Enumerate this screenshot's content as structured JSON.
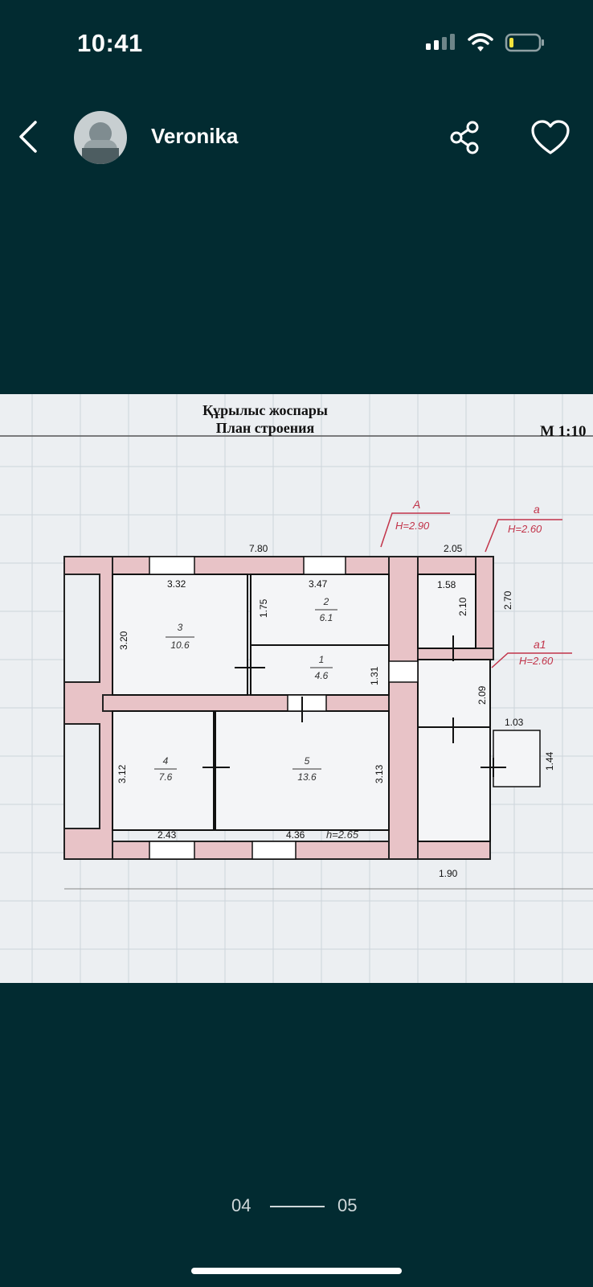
{
  "status": {
    "time": "10:41",
    "battery_level": 0.12
  },
  "header": {
    "user_name": "Veronika",
    "icons": [
      "back-arrow-icon",
      "avatar",
      "share-icon",
      "heart-icon"
    ]
  },
  "photo": {
    "title_kz": "Құрылыс жоспары",
    "title_ru": "План строения",
    "scale": "М 1:10",
    "labels": {
      "overall_width": "7.80",
      "dim_205": "2.05",
      "dim_332": "3.32",
      "dim_347": "3.47",
      "dim_158": "1.58",
      "dim_210": "2.10",
      "dim_270": "2.70",
      "dim_175": "1.75",
      "dim_320": "3.20",
      "dim_131": "1.31",
      "dim_209": "2.09",
      "dim_103": "1.03",
      "dim_144": "1.44",
      "dim_312": "3.12",
      "dim_313": "3.13",
      "dim_243": "2.43",
      "dim_436": "4.36",
      "dim_190": "1.90",
      "room1_no": "1",
      "room1_area": "4.6",
      "room2_no": "2",
      "room2_area": "6.1",
      "room3_no": "3",
      "room3_area": "10.6",
      "room4_no": "4",
      "room4_area": "7.6",
      "room5_no": "5",
      "room5_area": "13.6",
      "height_main": "h=2.65",
      "lit_A": "А",
      "lit_A_h": "H=2.90",
      "lit_a": "а",
      "lit_a_h": "H=2.60",
      "lit_a1": "а1",
      "lit_a1_h": "H=2.60"
    }
  },
  "pager": {
    "current": "04",
    "total": "05"
  }
}
